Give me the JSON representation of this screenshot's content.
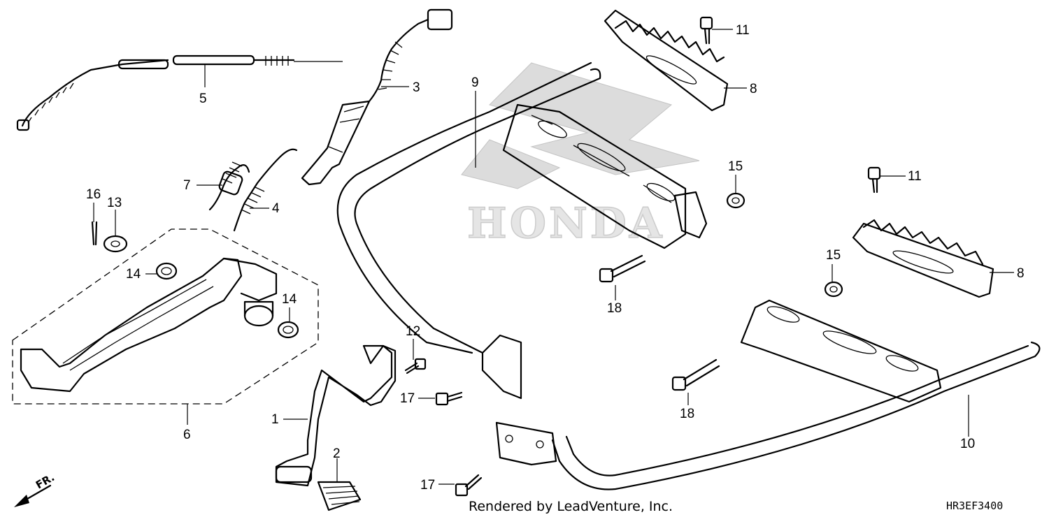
{
  "watermark": {
    "brand": "HONDA"
  },
  "callouts": {
    "c1": "1",
    "c2": "2",
    "c3": "3",
    "c4": "4",
    "c5": "5",
    "c6": "6",
    "c7": "7",
    "c8a": "8",
    "c8b": "8",
    "c9": "9",
    "c10": "10",
    "c11a": "11",
    "c11b": "11",
    "c12": "12",
    "c13": "13",
    "c14a": "14",
    "c14b": "14",
    "c15a": "15",
    "c15b": "15",
    "c16": "16",
    "c17a": "17",
    "c17b": "17",
    "c18a": "18",
    "c18b": "18"
  },
  "direction": {
    "label": "FR."
  },
  "footer": {
    "credit": "Rendered by LeadVenture, Inc.",
    "diagram_code": "HR3EF3400"
  }
}
